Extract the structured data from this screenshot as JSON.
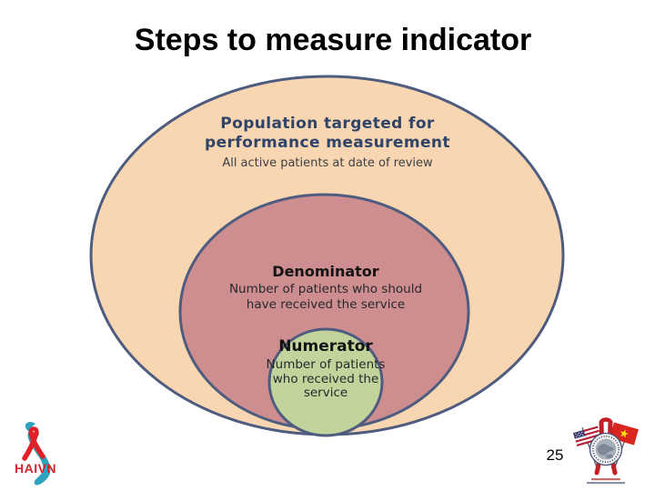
{
  "slide": {
    "title": "Steps to measure indicator",
    "page_number": "25",
    "background": "#FFFFFF"
  },
  "diagram": {
    "type": "nested-ellipses",
    "border_color": "#4D5C7F",
    "outer": {
      "heading": "Population targeted for performance measurement",
      "subtitle": "All active patients at date of review",
      "fill": "#F9D6B2",
      "heading_color": "#2F4468"
    },
    "middle": {
      "heading": "Denominator",
      "subtitle": "Number of patients who should have received the service",
      "fill": "#CE8E90"
    },
    "inner": {
      "heading": "Numerator",
      "subtitle": "Number of patients who received the service",
      "fill": "#C2D39B"
    }
  },
  "logos": {
    "haivn": {
      "label": "HAIVN",
      "map_color": "#2EA3BF",
      "ribbon_color": "#E01F26"
    },
    "partnership": {
      "left_flag": "us-flag",
      "right_flag": "vietnam-flag",
      "center": "globe",
      "ribbon_color": "#C22026"
    }
  }
}
